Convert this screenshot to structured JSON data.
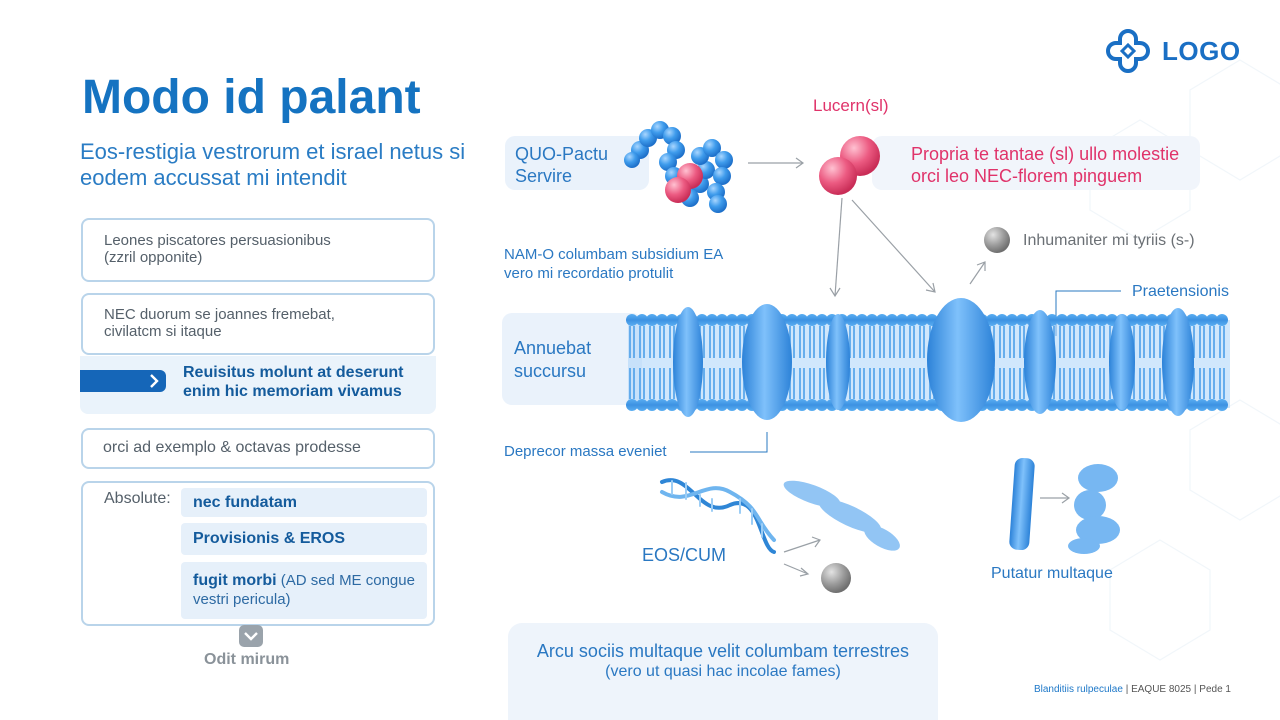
{
  "logo": {
    "text": "LOGO"
  },
  "title": "Modo id palant",
  "subtitle": "Eos-restigia vestrorum et israel netus si eodem accussat mi intendit",
  "left_panel": {
    "box1": {
      "line1": "Leones piscatores persuasionibus",
      "line2": "(zzril opponite)"
    },
    "box2": {
      "line1": "NEC duorum se joannes fremebat,",
      "line2": "civilatcm si itaque"
    },
    "highlight": {
      "line1": "Reuisitus molunt at deserunt",
      "line2": "enim hic memoriam vivamus"
    },
    "box3": {
      "text": "orci ad exemplo & octavas prodesse"
    },
    "list": {
      "label": "Absolute:",
      "items": [
        {
          "strong": "nec fundatam",
          "note": ""
        },
        {
          "strong": "Provisionis & EROS",
          "note": ""
        },
        {
          "strong": "fugit morbi",
          "note": " (AD sed ME congue vestri pericula)"
        }
      ]
    },
    "more_label": "Odit mirum"
  },
  "diagram": {
    "quo_label": {
      "line1": "QUO-Pactu",
      "line2": "Servire"
    },
    "lucern_label": "Lucern(sl)",
    "propria_label": {
      "line1": "Propria te tantae (sl) ullo molestie",
      "line2": "orci leo NEC-florem pinguem"
    },
    "nam_label": {
      "line1": "NAM-O columbam subsidium EA",
      "line2": "vero mi recordatio protulit"
    },
    "inhumaniter_label": "Inhumaniter mi tyriis (s-)",
    "praetensionis_label": "Praetensionis",
    "annuebat_label": {
      "line1": "Annuebat",
      "line2": "succursu"
    },
    "deprecor_label": "Deprecor massa eveniet",
    "eos_label": "EOS/CUM",
    "putatur_label": "Putatur multaque",
    "arcu_panel": {
      "line1": "Arcu sociis multaque velit columbam terrestres",
      "line2": "(vero ut quasi hac incolae fames)"
    }
  },
  "footer": {
    "left": "Blanditiis rulpeculae",
    "middle": "EAQUE 8025",
    "right": "Pede 1"
  },
  "colors": {
    "primary": "#1573c1",
    "membrane": "#3d9be8",
    "pink": "#e8436e",
    "grey": "#8f8f8f"
  },
  "icons": [
    "logo-clover-icon",
    "chevron-right-icon",
    "chevron-down-icon"
  ]
}
